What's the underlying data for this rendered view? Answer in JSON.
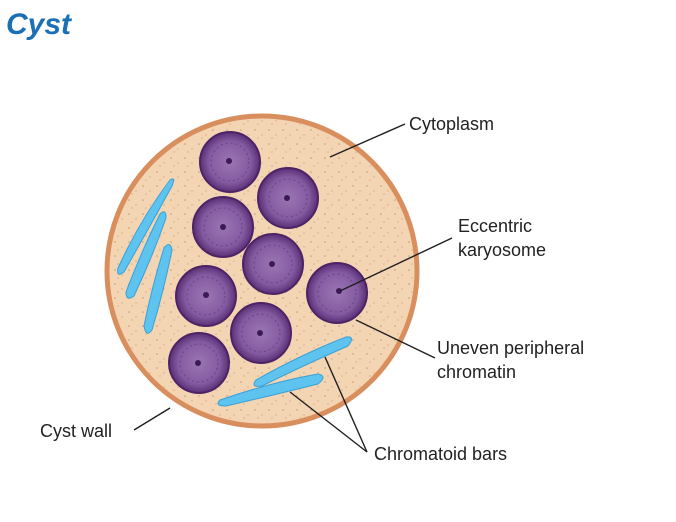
{
  "title": "Cyst",
  "labels": {
    "cytoplasm": "Cytoplasm",
    "eccentric_line1": "Eccentric",
    "eccentric_line2": "karyosome",
    "chromatin_line1": "Uneven peripheral",
    "chromatin_line2": "chromatin",
    "cyst_wall": "Cyst wall",
    "chromatoid_bars": "Chromatoid bars"
  },
  "colors": {
    "title": "#1a6fb5",
    "cytoplasm_fill": "#f3d4b3",
    "cyst_wall": "#d98e5e",
    "nucleus": "#6a3f83",
    "nucleus_inner": "#8b62a6",
    "chromatoid_bar": "#5ec3ef"
  }
}
